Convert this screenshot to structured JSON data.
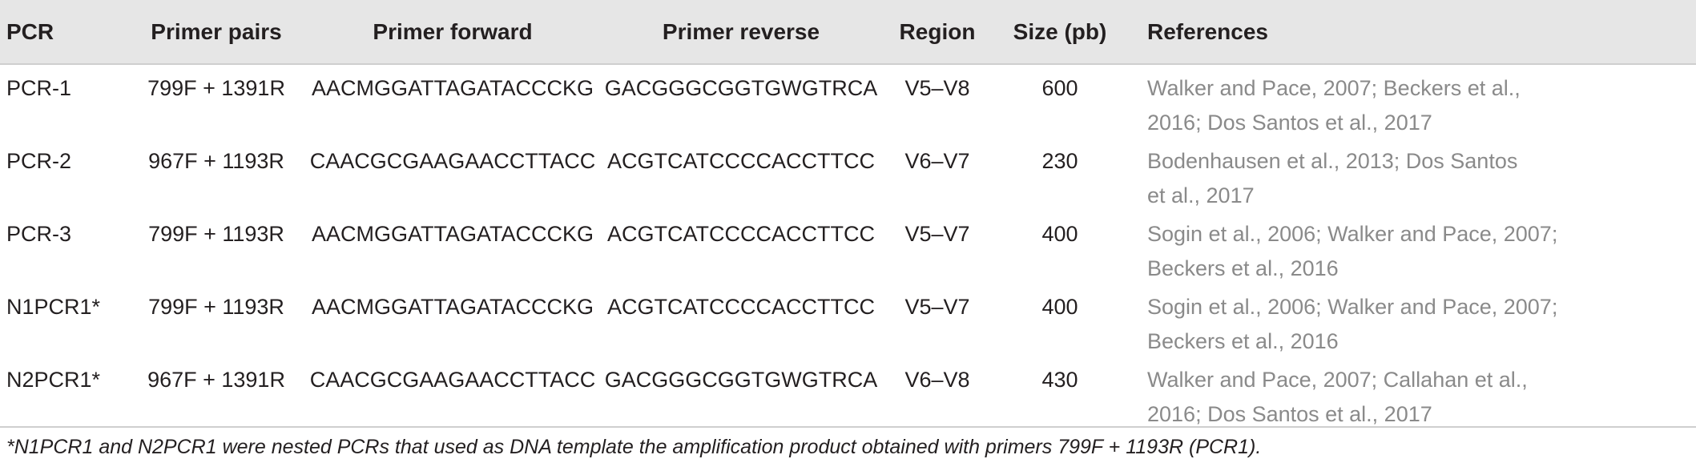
{
  "headers": [
    "PCR",
    "Primer pairs",
    "Primer forward",
    "Primer reverse",
    "Region",
    "Size (pb)",
    "References"
  ],
  "rows": [
    {
      "pcr": "PCR-1",
      "pairs": "799F + 1391R",
      "forward": "AACMGGATTAGATACCCKG",
      "reverse": "GACGGGCGGTGWGTRCA",
      "region": "V5–V8",
      "size": "600",
      "ref_line1": "Walker and Pace, 2007; Beckers et al.,",
      "ref_line2": "2016; Dos Santos et al., 2017"
    },
    {
      "pcr": "PCR-2",
      "pairs": "967F + 1193R",
      "forward": "CAACGCGAAGAACCTTACC",
      "reverse": "ACGTCATCCCCACCTTCC",
      "region": "V6–V7",
      "size": "230",
      "ref_line1": "Bodenhausen et al., 2013; Dos Santos",
      "ref_line2": "et al., 2017"
    },
    {
      "pcr": "PCR-3",
      "pairs": "799F + 1193R",
      "forward": "AACMGGATTAGATACCCKG",
      "reverse": "ACGTCATCCCCACCTTCC",
      "region": "V5–V7",
      "size": "400",
      "ref_line1": "Sogin et al., 2006; Walker and Pace, 2007;",
      "ref_line2": "Beckers et al., 2016"
    },
    {
      "pcr": "N1PCR1*",
      "pairs": "799F + 1193R",
      "forward": "AACMGGATTAGATACCCKG",
      "reverse": "ACGTCATCCCCACCTTCC",
      "region": "V5–V7",
      "size": "400",
      "ref_line1": "Sogin et al., 2006; Walker and Pace, 2007;",
      "ref_line2": "Beckers et al., 2016"
    },
    {
      "pcr": "N2PCR1*",
      "pairs": "967F + 1391R",
      "forward": "CAACGCGAAGAACCTTACC",
      "reverse": "GACGGGCGGTGWGTRCA",
      "region": "V6–V8",
      "size": "430",
      "ref_line1": "Walker and Pace, 2007; Callahan et al.,",
      "ref_line2": "2016; Dos Santos et al., 2017"
    }
  ],
  "footnote": "*N1PCR1 and N2PCR1 were nested PCRs that used as DNA template the amplification product obtained with primers 799F + 1193R (PCR1).",
  "colors": {
    "header_bg": "#e6e6e6",
    "text": "#231f20",
    "reference_text": "#8a8a8a",
    "rule": "#cfcfcf"
  }
}
